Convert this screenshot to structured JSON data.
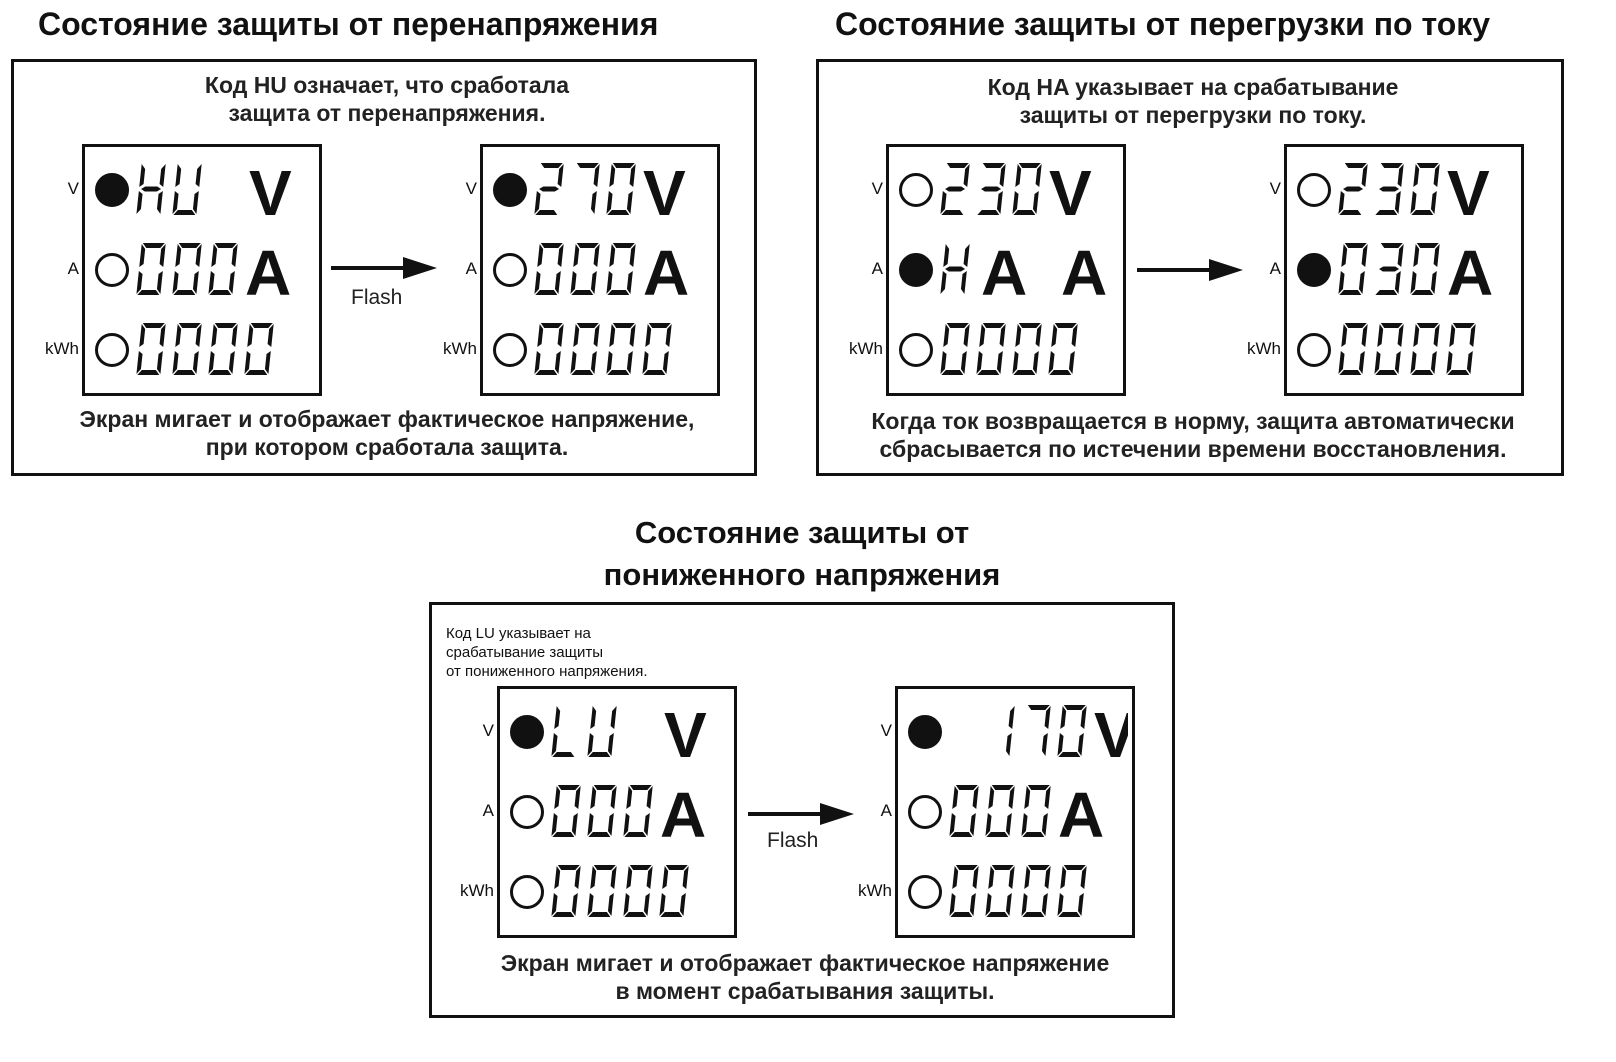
{
  "overvoltage": {
    "title": "Состояние защиты от перенапряжения",
    "note_top_line1": "Код HU означает, что сработала",
    "note_top_line2": "защита от перенапряжения.",
    "note_bottom_line1": "Экран мигает и отображает фактическое напряжение,",
    "note_bottom_line2": "при котором сработала защита.",
    "flash_label": "Flash",
    "before": [
      {
        "label": "V",
        "led_on": true,
        "digits": "HU V",
        "unit": "V"
      },
      {
        "label": "A",
        "led_on": false,
        "digits": "000",
        "unit": "A"
      },
      {
        "label": "kWh",
        "led_on": false,
        "digits": "0000",
        "unit": ""
      }
    ],
    "after": [
      {
        "label": "V",
        "led_on": true,
        "digits": "270",
        "unit": "V"
      },
      {
        "label": "A",
        "led_on": false,
        "digits": "000",
        "unit": "A"
      },
      {
        "label": "kWh",
        "led_on": false,
        "digits": "0000",
        "unit": ""
      }
    ]
  },
  "overcurrent": {
    "title": "Состояние защиты от перегрузки по току",
    "note_top_line1": "Код HA указывает на срабатывание",
    "note_top_line2": "защиты от перегрузки по току.",
    "note_bottom_line1": "Когда ток возвращается в норму, защита автоматически",
    "note_bottom_line2": "сбрасывается по истечении времени восстановления.",
    "before": [
      {
        "label": "V",
        "led_on": false,
        "digits": "230",
        "unit": "V"
      },
      {
        "label": "A",
        "led_on": true,
        "digits": "HA A",
        "unit": "A"
      },
      {
        "label": "kWh",
        "led_on": false,
        "digits": "0000",
        "unit": ""
      }
    ],
    "after": [
      {
        "label": "V",
        "led_on": false,
        "digits": "230",
        "unit": "V"
      },
      {
        "label": "A",
        "led_on": true,
        "digits": "030",
        "unit": "A"
      },
      {
        "label": "kWh",
        "led_on": false,
        "digits": "0000",
        "unit": ""
      }
    ]
  },
  "undervoltage": {
    "title_line1": "Состояние защиты от",
    "title_line2": "пониженного напряжения",
    "note_top_line1": "Код LU указывает на",
    "note_top_line2": "срабатывание защиты",
    "note_top_line3": "от пониженного напряжения.",
    "note_bottom_line1": "Экран мигает и отображает фактическое напряжение",
    "note_bottom_line2": "в момент срабатывания защиты.",
    "flash_label": "Flash",
    "before": [
      {
        "label": "V",
        "led_on": true,
        "digits": "LU V",
        "unit": "V"
      },
      {
        "label": "A",
        "led_on": false,
        "digits": "000",
        "unit": "A"
      },
      {
        "label": "kWh",
        "led_on": false,
        "digits": "0000",
        "unit": ""
      }
    ],
    "after": [
      {
        "label": "V",
        "led_on": true,
        "digits": " 170",
        "unit": "V"
      },
      {
        "label": "A",
        "led_on": false,
        "digits": "000",
        "unit": "A"
      },
      {
        "label": "kWh",
        "led_on": false,
        "digits": "0000",
        "unit": ""
      }
    ]
  }
}
